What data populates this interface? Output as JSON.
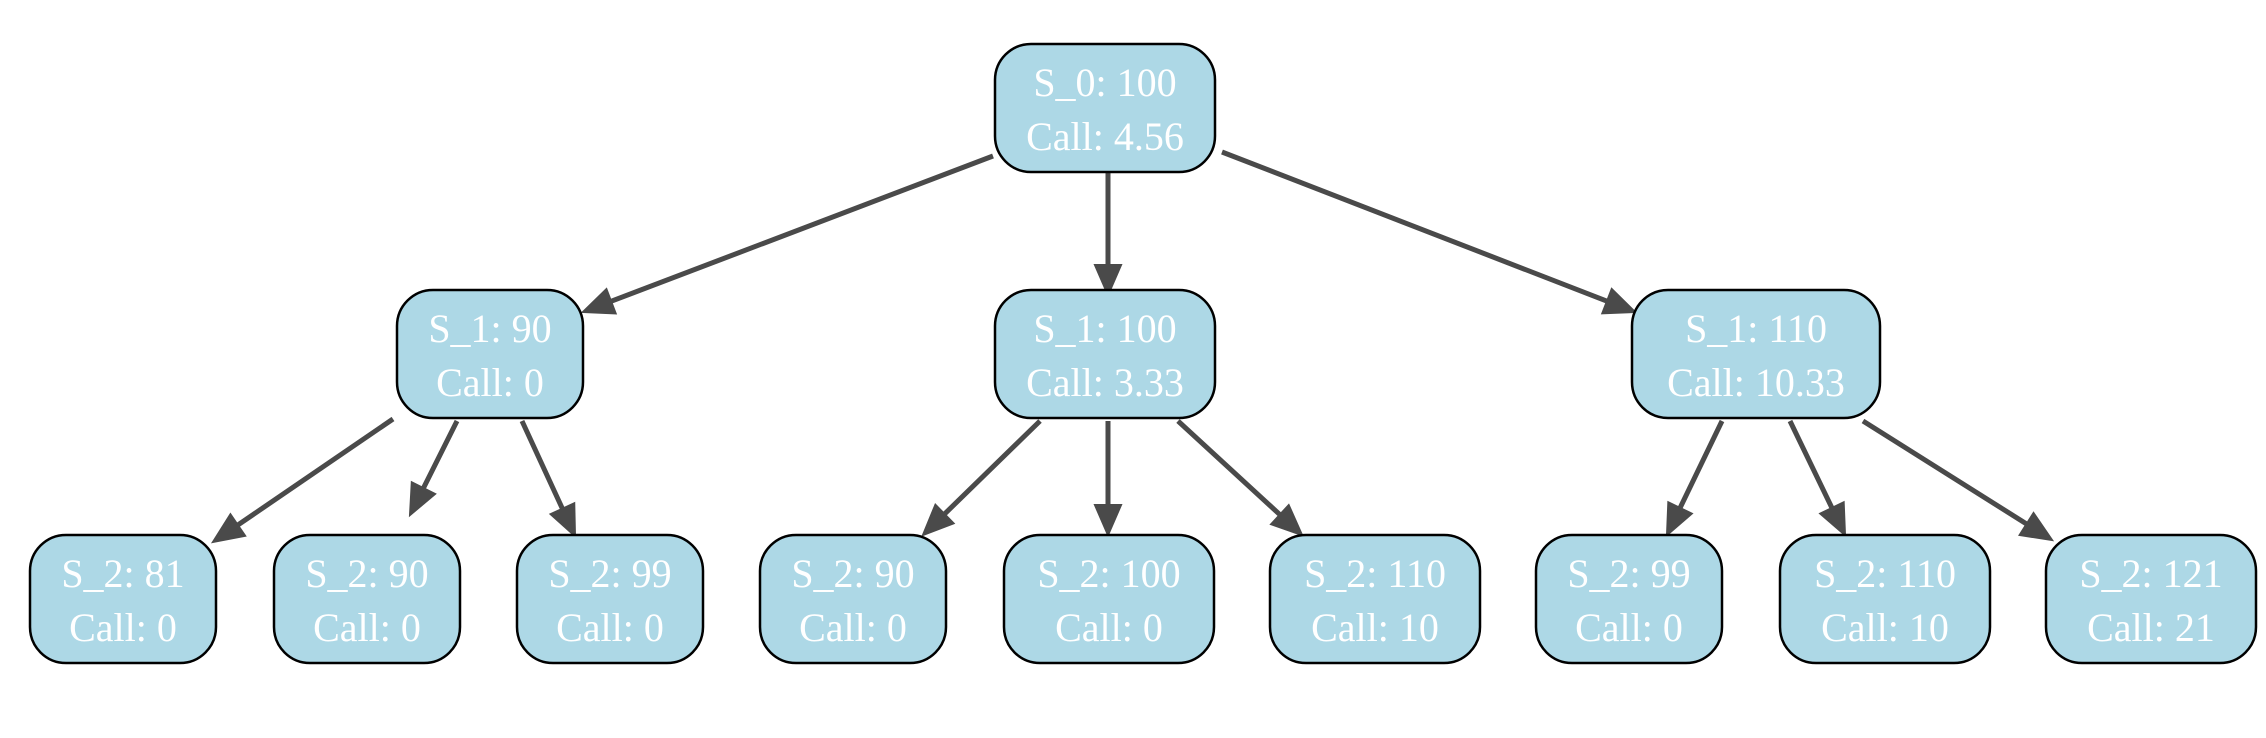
{
  "colors": {
    "node_fill": "#ADD8E6",
    "node_stroke": "#000000",
    "edge": "#4a4a4a",
    "text": "#ffffff"
  },
  "nodes": [
    {
      "id": "root",
      "state": "S_0: 100",
      "call": "Call: 4.56"
    },
    {
      "id": "l1-a",
      "state": "S_1: 90",
      "call": "Call: 0"
    },
    {
      "id": "l1-b",
      "state": "S_1: 100",
      "call": "Call: 3.33"
    },
    {
      "id": "l1-c",
      "state": "S_1: 110",
      "call": "Call: 10.33"
    },
    {
      "id": "l2-a1",
      "state": "S_2: 81",
      "call": "Call: 0"
    },
    {
      "id": "l2-a2",
      "state": "S_2: 90",
      "call": "Call: 0"
    },
    {
      "id": "l2-a3",
      "state": "S_2: 99",
      "call": "Call: 0"
    },
    {
      "id": "l2-b1",
      "state": "S_2: 90",
      "call": "Call: 0"
    },
    {
      "id": "l2-b2",
      "state": "S_2: 100",
      "call": "Call: 0"
    },
    {
      "id": "l2-b3",
      "state": "S_2: 110",
      "call": "Call: 10"
    },
    {
      "id": "l2-c1",
      "state": "S_2: 99",
      "call": "Call: 0"
    },
    {
      "id": "l2-c2",
      "state": "S_2: 110",
      "call": "Call: 10"
    },
    {
      "id": "l2-c3",
      "state": "S_2: 121",
      "call": "Call: 21"
    }
  ],
  "edges": [
    {
      "from": "root",
      "to": "l1-a"
    },
    {
      "from": "root",
      "to": "l1-b"
    },
    {
      "from": "root",
      "to": "l1-c"
    },
    {
      "from": "l1-a",
      "to": "l2-a1"
    },
    {
      "from": "l1-a",
      "to": "l2-a2"
    },
    {
      "from": "l1-a",
      "to": "l2-a3"
    },
    {
      "from": "l1-b",
      "to": "l2-b1"
    },
    {
      "from": "l1-b",
      "to": "l2-b2"
    },
    {
      "from": "l1-b",
      "to": "l2-b3"
    },
    {
      "from": "l1-c",
      "to": "l2-c1"
    },
    {
      "from": "l1-c",
      "to": "l2-c2"
    },
    {
      "from": "l1-c",
      "to": "l2-c3"
    }
  ]
}
